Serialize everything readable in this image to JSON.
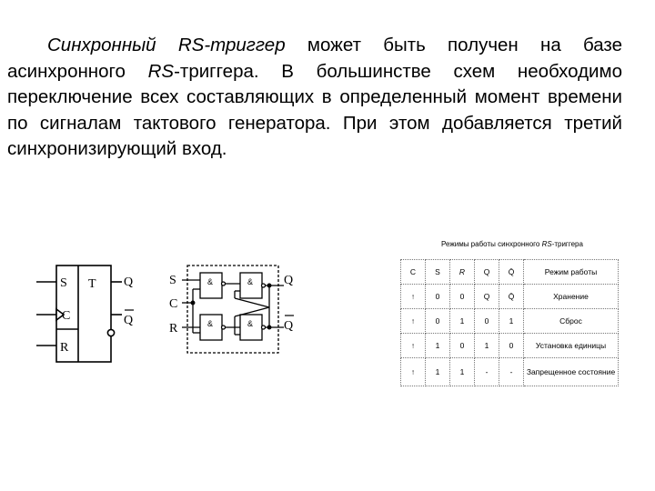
{
  "paragraph": {
    "term": "Синхронный RS-триггер",
    "text1": " может быть получен на базе асинхронного ",
    "rs": "RS",
    "text2": "-триггера. В большинстве схем необходимо переключение всех составляющих в определенный момент времени по сигналам тактового генератора. При этом добавляется третий синхронизирующий вход."
  },
  "left_symbol": {
    "inputs": [
      "S",
      "C",
      "R"
    ],
    "title": "T",
    "outputs": [
      "Q",
      "Q"
    ]
  },
  "gate_circuit": {
    "inputs": [
      "S",
      "C",
      "R"
    ],
    "gate_label": "&",
    "outputs": [
      "Q",
      "Q"
    ]
  },
  "table": {
    "title_pre": "Режимы работы синхронного ",
    "title_rs": "RS",
    "title_post": "-триггера",
    "header": [
      "C",
      "S",
      "R",
      "Q",
      "Q̄",
      "Режим работы"
    ],
    "rows": [
      [
        "↑",
        "0",
        "0",
        "Q",
        "Q̄",
        "Хранение"
      ],
      [
        "↑",
        "0",
        "1",
        "0",
        "1",
        "Сброс"
      ],
      [
        "↑",
        "1",
        "0",
        "1",
        "0",
        "Установка единицы"
      ],
      [
        "↑",
        "1",
        "1",
        "-",
        "-",
        "Запрещенное состояние"
      ]
    ]
  }
}
